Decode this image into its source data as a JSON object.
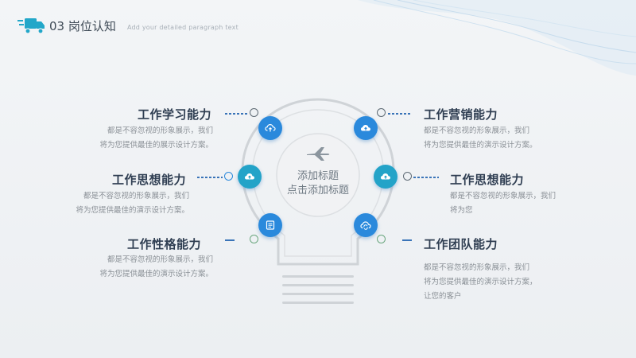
{
  "header": {
    "title": "03 岗位认知",
    "subtitle": "Add your detailed paragraph text"
  },
  "center": {
    "line1": "添加标题",
    "line2": "点击添加标题",
    "icon": "airplane-icon"
  },
  "abilities": {
    "study": {
      "title": "工作学习能力",
      "desc1": "都是不容忽视的形象展示，我们",
      "desc2": "将为您提供最佳的展示设计方案。",
      "icon": "cloud-upload-icon"
    },
    "marketing": {
      "title": "工作营销能力",
      "desc1": "都是不容忽视的形象展示，我们",
      "desc2": "将为您提供最佳的演示设计方案。",
      "icon": "cloud-upload-icon"
    },
    "thinking_left": {
      "title": "工作思想能力",
      "desc1": "都是不容忽视的形象展示，我们",
      "desc2": "将为您提供最佳的演示设计方案。",
      "icon": "cloud-up-arrow-icon"
    },
    "thinking_right": {
      "title": "工作思想能力",
      "desc1": "都是不容忽视的形象展示，我们",
      "desc2": "将为您",
      "icon": "cloud-up-arrow-icon"
    },
    "character": {
      "title": "工作性格能力",
      "desc1": "都是不容忽视的形象展示，我们",
      "desc2": "将为您提供最佳的演示设计方案。",
      "icon": "document-icon"
    },
    "team": {
      "title": "工作团队能力",
      "desc1": "都是不容忽视的形象展示，我们",
      "desc2": "将为您提供最佳的演示设计方案，",
      "desc3": "让您的客户",
      "icon": "cloud-sync-icon"
    }
  },
  "colors": {
    "blue": "#2a89dc",
    "teal": "#23a3c8",
    "green_ring": "#6aa67e",
    "title_text": "#2f3e52",
    "desc_text": "#8a9096",
    "bulb_outline": "#d0d4d8"
  }
}
